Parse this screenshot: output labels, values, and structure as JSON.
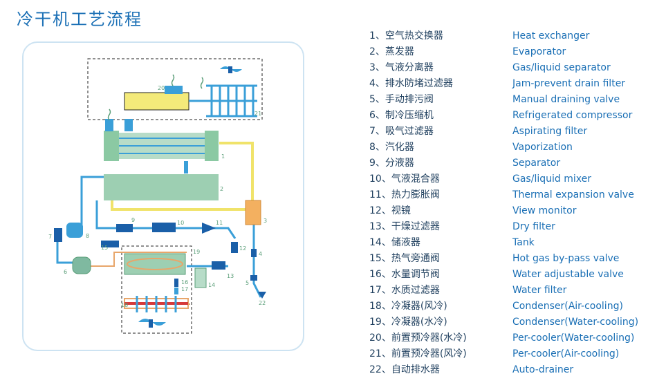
{
  "title": "冷干机工艺流程",
  "diagram": {
    "callouts": [
      "1",
      "2",
      "3",
      "4",
      "5",
      "6",
      "7",
      "8",
      "9",
      "10",
      "11",
      "12",
      "13",
      "14",
      "15",
      "16",
      "17",
      "18",
      "19",
      "20",
      "21",
      "22"
    ]
  },
  "legend": [
    {
      "cn": "1、空气热交换器",
      "en": "Heat exchanger"
    },
    {
      "cn": "2、蒸发器",
      "en": "Evaporator"
    },
    {
      "cn": "3、气液分离器",
      "en": "Gas/liquid separator"
    },
    {
      "cn": "4、排水防堵过滤器",
      "en": "Jam-prevent drain filter"
    },
    {
      "cn": "5、手动排污阀",
      "en": "Manual draining valve"
    },
    {
      "cn": "6、制冷压缩机",
      "en": "Refrigerated compressor"
    },
    {
      "cn": "7、吸气过滤器",
      "en": "Aspirating filter"
    },
    {
      "cn": "8、汽化器",
      "en": "Vaporization"
    },
    {
      "cn": "9、分液器",
      "en": "Separator"
    },
    {
      "cn": "10、气液混合器",
      "en": "Gas/liquid mixer"
    },
    {
      "cn": "11、热力膨胀阀",
      "en": "Thermal expansion valve"
    },
    {
      "cn": "12、视镜",
      "en": "View monitor"
    },
    {
      "cn": "13、干燥过滤器",
      "en": "Dry filter"
    },
    {
      "cn": "14、储液器",
      "en": "Tank"
    },
    {
      "cn": "15、热气旁通阀",
      "en": "Hot gas by-pass valve"
    },
    {
      "cn": "16、水量调节阀",
      "en": "Water adjustable valve"
    },
    {
      "cn": "17、水质过滤器",
      "en": "Water filter"
    },
    {
      "cn": "18、冷凝器(风冷)",
      "en": "Condenser(Air-cooling)"
    },
    {
      "cn": "19、冷凝器(水冷)",
      "en": "Condenser(Water-cooling)"
    },
    {
      "cn": "20、前置预冷器(水冷)",
      "en": "Per-cooler(Water-cooling)"
    },
    {
      "cn": "21、前置预冷器(风冷)",
      "en": "Per-cooler(Air-cooling)"
    },
    {
      "cn": "22、自动排水器",
      "en": "Auto-drainer"
    }
  ]
}
